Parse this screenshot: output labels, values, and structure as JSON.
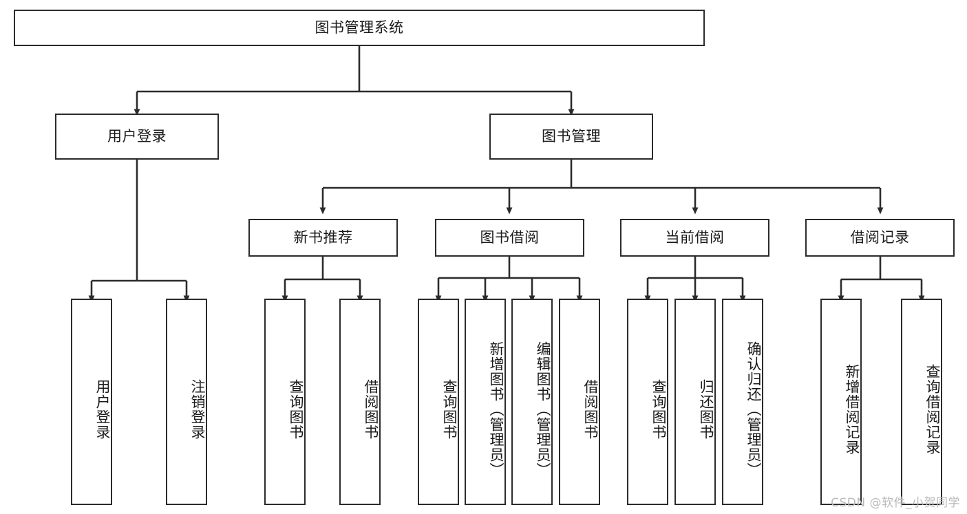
{
  "diagram": {
    "title_node": {
      "label": "图书管理系统"
    },
    "level1": [
      {
        "id": "user-login",
        "label": "用户登录"
      },
      {
        "id": "book-manage",
        "label": "图书管理"
      }
    ],
    "level2": [
      {
        "id": "new-book-recommend",
        "label": "新书推荐"
      },
      {
        "id": "book-borrow",
        "label": "图书借阅"
      },
      {
        "id": "current-borrow",
        "label": "当前借阅"
      },
      {
        "id": "borrow-record",
        "label": "借阅记录"
      }
    ],
    "leaves": [
      {
        "id": "leaf-user-login",
        "label": "用户登录"
      },
      {
        "id": "leaf-logout-login",
        "label": "注销登录"
      },
      {
        "id": "leaf-query-book-1",
        "label": "查询图书"
      },
      {
        "id": "leaf-borrow-book-1",
        "label": "借阅图书"
      },
      {
        "id": "leaf-query-book-2",
        "label": "查询图书"
      },
      {
        "id": "leaf-add-book",
        "label": "新增图书（管理员）"
      },
      {
        "id": "leaf-edit-book",
        "label": "编辑图书（管理员）"
      },
      {
        "id": "leaf-borrow-book-2",
        "label": "借阅图书"
      },
      {
        "id": "leaf-query-book-3",
        "label": "查询图书"
      },
      {
        "id": "leaf-return-book",
        "label": "归还图书"
      },
      {
        "id": "leaf-confirm-return",
        "label": "确认归还（管理员）"
      },
      {
        "id": "leaf-add-record",
        "label": "新增借阅记录"
      },
      {
        "id": "leaf-query-record",
        "label": "查询借阅记录"
      }
    ],
    "watermark": "CSDN @软件_小贺同学",
    "colors": {
      "stroke": "#2b2b2b",
      "fill": "#ffffff",
      "text": "#1a1a1a",
      "watermark": "#b9b9b9"
    }
  }
}
